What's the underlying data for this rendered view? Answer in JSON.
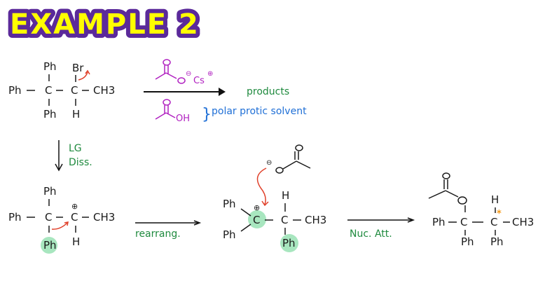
{
  "title": {
    "text": "EXAMPLE  2",
    "fill": "#ffff00",
    "outline": "#5b2a9a"
  },
  "colors": {
    "bond": "#1a1a1a",
    "reagent": "#b020c0",
    "condition": "#1f8a3e",
    "solvent": "#1f6fd6",
    "arrow_mechanism": "#e0402a",
    "highlight": "#a8e6bf",
    "stereocenter": "#f59a1a"
  },
  "reactant": {
    "groups": {
      "top": "Ph",
      "left": "Ph",
      "bottom": "Ph",
      "c1": "C",
      "c2": "C",
      "leaving": "Br",
      "c2_bottom": "H",
      "methyl": "CH3"
    }
  },
  "reaction_arrow": {
    "reagent_top": {
      "anion_O": "O",
      "charge": "⊖",
      "cation": "Cs",
      "cation_charge": "⊕",
      "carbonyl_O": "O"
    },
    "reagent_bottom": {
      "carbonyl_O": "O",
      "OH": "OH"
    },
    "brace": "}",
    "solvent_label": "polar protic solvent",
    "product_label": "products"
  },
  "step1": {
    "label_line1": "LG",
    "label_line2": "Diss."
  },
  "carbocation1": {
    "groups": {
      "top": "Ph",
      "left": "Ph",
      "bottom": "Ph",
      "c1": "C",
      "c2": "C",
      "charge": "⊕",
      "c2_bottom": "H",
      "methyl": "CH3"
    }
  },
  "step2": {
    "label": "rearrang."
  },
  "carbocation2": {
    "nucleophile": {
      "charge": "⊖",
      "O": "O",
      "carbonyl_O": "O"
    },
    "groups": {
      "ph_upper": "Ph",
      "ph_lower": "Ph",
      "c1": "C",
      "charge": "⊕",
      "c2": "C",
      "c2_top": "H",
      "c2_bottom": "Ph",
      "methyl": "CH3"
    }
  },
  "step3": {
    "label": "Nuc. Att."
  },
  "product": {
    "groups": {
      "carbonyl_O": "O",
      "ester_O": "O",
      "left": "Ph",
      "c1": "C",
      "c1_bottom": "Ph",
      "c2": "C",
      "c2_top": "H",
      "c2_bottom": "Ph",
      "methyl": "CH3",
      "stereo_mark": "*"
    }
  }
}
